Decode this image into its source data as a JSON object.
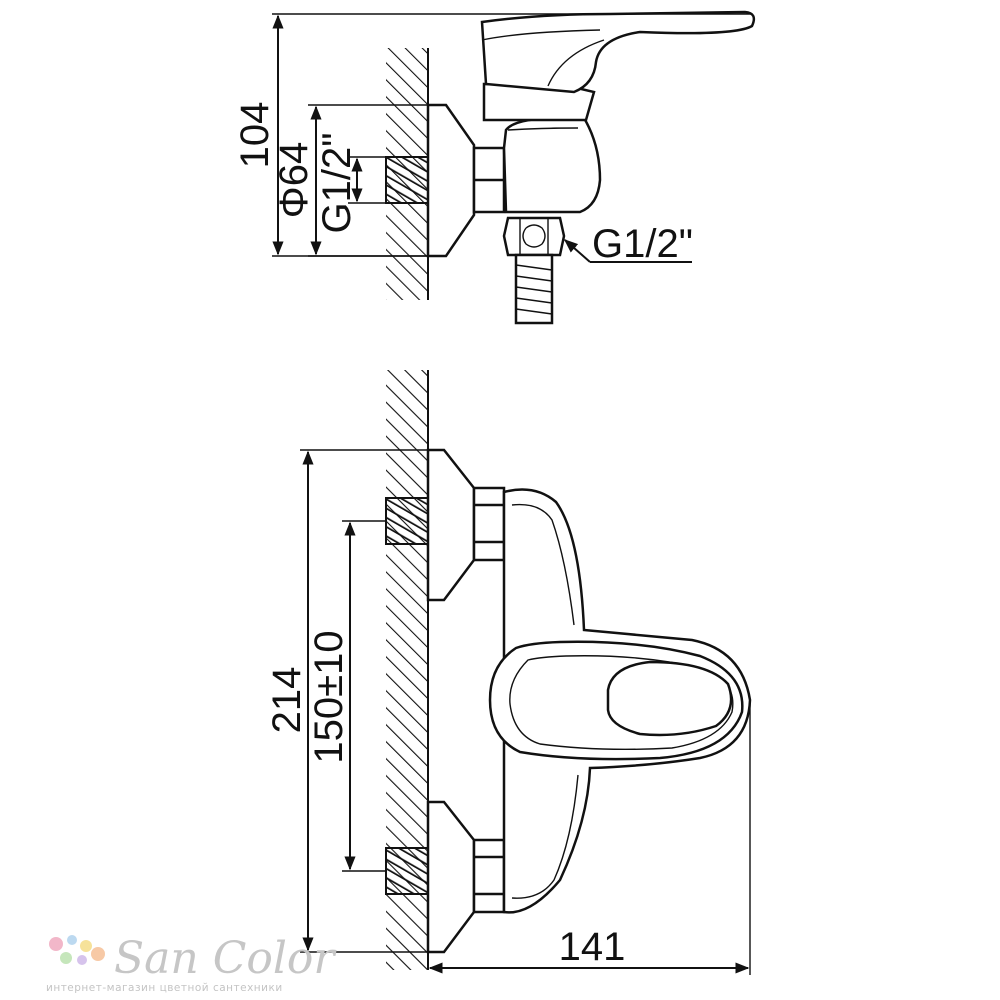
{
  "top_view": {
    "height_label": "104",
    "flange_diameter_label": "Φ64",
    "inlet_thread_label": "G1/2\"",
    "outlet_thread_label": "G1/2\""
  },
  "front_view": {
    "total_height_label": "214",
    "inlet_spacing_label": "150±10",
    "depth_label": "141"
  },
  "watermark": {
    "brand": "San Color",
    "tagline": "интернет-магазин цветной сантехники",
    "dot_colors": [
      "#f2b7c9",
      "#bcd9f0",
      "#f6e29a",
      "#c5e6bb",
      "#d6c3ec",
      "#f7c9a6"
    ]
  }
}
